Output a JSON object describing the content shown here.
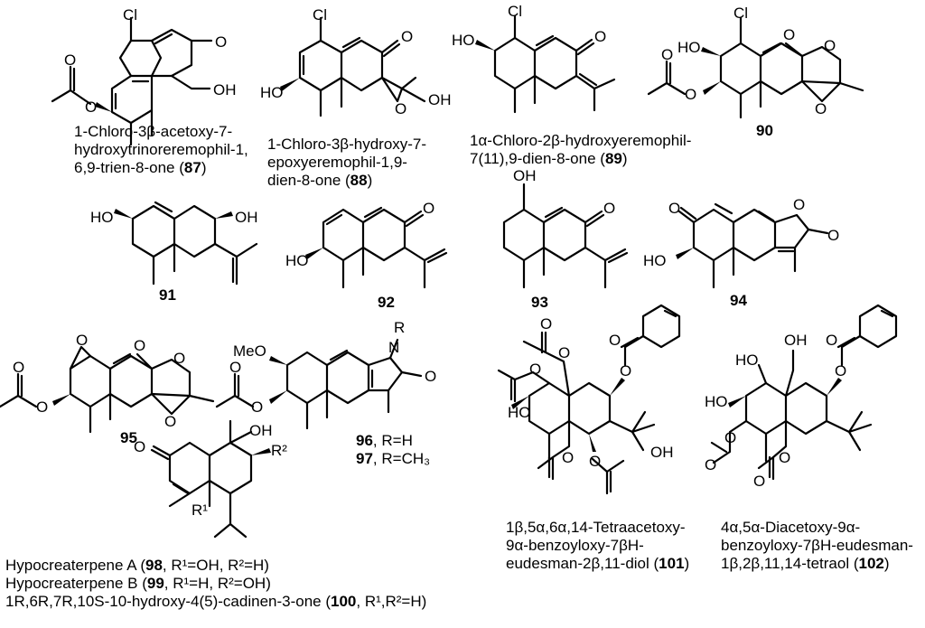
{
  "atoms": {
    "cl": "Cl",
    "o": "O",
    "oh": "OH",
    "ho": "HO",
    "meo": "MeO",
    "n": "N",
    "r": "R",
    "r2": "R²",
    "r1": "R¹"
  },
  "compounds": {
    "c87": {
      "line1": "1-Chloro-3β-acetoxy-7-",
      "line2": "hydroxytrinoreremophil-1,",
      "line3": "6,9-trien-8-one (",
      "num": "87",
      "close": ")"
    },
    "c88": {
      "line1": "1-Chloro-3β-hydroxy-7-",
      "line2": "epoxyeremophil-1,9-",
      "line3": "dien-8-one (",
      "num": "88",
      "close": ")"
    },
    "c89": {
      "line1": "1α-Chloro-2β-hydroxyeremophil-",
      "line2": "7(11),9-dien-8-one (",
      "num": "89",
      "close": ")"
    },
    "c90": {
      "num": "90"
    },
    "c91": {
      "num": "91"
    },
    "c92": {
      "num": "92"
    },
    "c93": {
      "num": "93"
    },
    "c94": {
      "num": "94"
    },
    "c95": {
      "num": "95"
    },
    "c96": {
      "num": "96",
      "text": ", R=H"
    },
    "c97": {
      "num": "97",
      "text": ", R=CH₃"
    },
    "c98": {
      "pre": "Hypocreaterpene A (",
      "num": "98",
      "post": ", R¹=OH, R²=H)"
    },
    "c99": {
      "pre": "Hypocreaterpene B (",
      "num": "99",
      "post": ", R¹=H, R²=OH)"
    },
    "c100": {
      "pre": "1R,6R,7R,10S-10-hydroxy-4(5)-cadinen-3-one (",
      "num": "100",
      "post": ", R¹,R²=H)"
    },
    "c101": {
      "line1": "1β,5α,6α,14-Tetraacetoxy-",
      "line2": "9α-benzoyloxy-7βH-",
      "line3": "eudesman-2β,11-diol (",
      "num": "101",
      "close": ")"
    },
    "c102": {
      "line1": "4α,5α-Diacetoxy-9α-",
      "line2": "benzoyloxy-7βH-eudesman-",
      "line3": "1β,2β,11,14-tetraol (",
      "num": "102",
      "close": ")"
    }
  }
}
